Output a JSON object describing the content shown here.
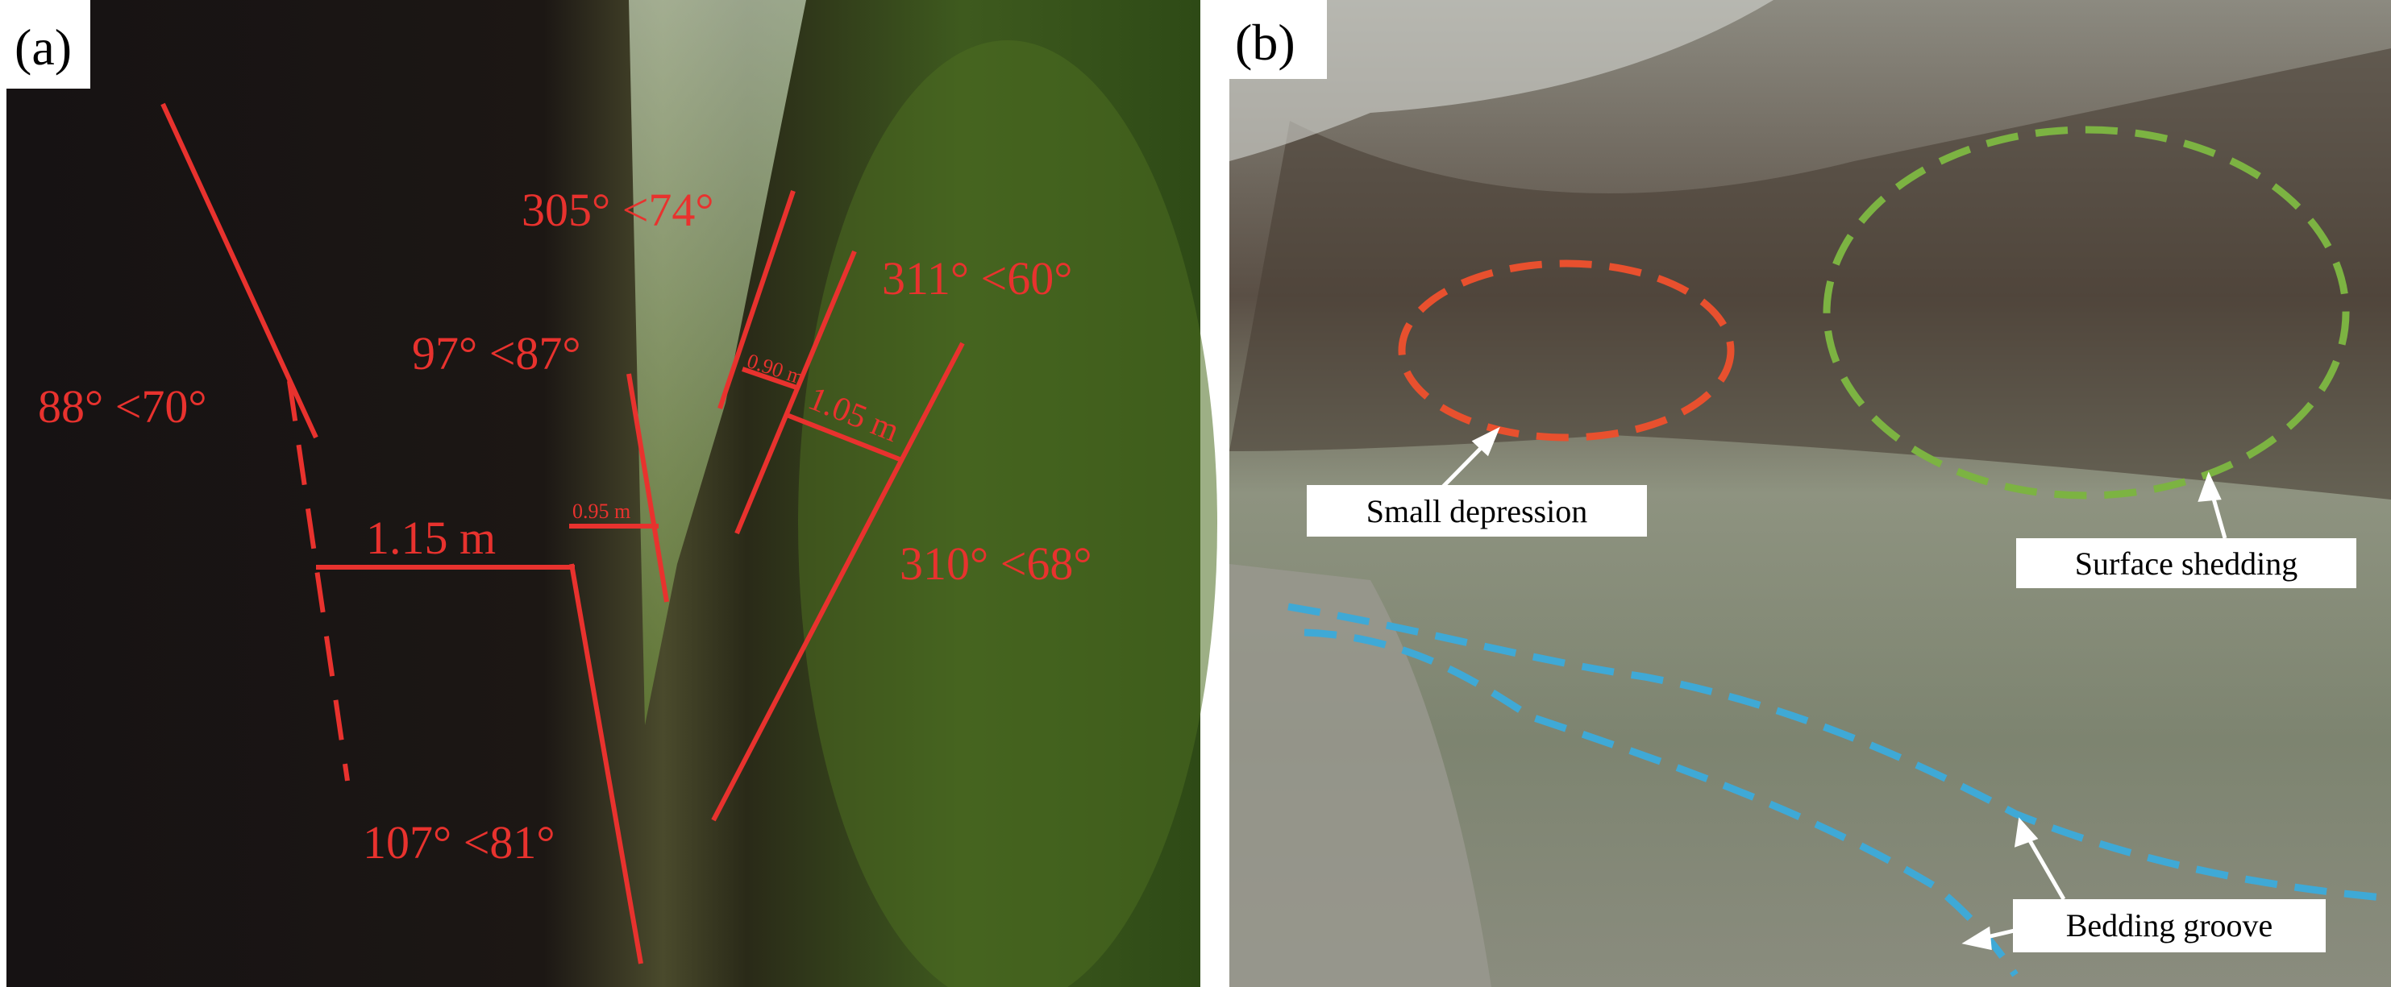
{
  "panel_a": {
    "label": "(a)",
    "orientations": [
      "305° <74°",
      "311° <60°",
      "97° <87°",
      "88° <70°",
      "310° <68°",
      "107° <81°"
    ],
    "widths": [
      "1.15 m",
      "0.95 m",
      "0.90 m",
      "1.05 m"
    ],
    "annotation_color": "#e8322e"
  },
  "panel_b": {
    "label": "(b)",
    "callouts": [
      "Small depression",
      "Surface shedding",
      "Bedding groove"
    ],
    "colors": {
      "depression": "#e8502e",
      "shedding": "#7cb342",
      "groove": "#3fa9d6"
    }
  }
}
